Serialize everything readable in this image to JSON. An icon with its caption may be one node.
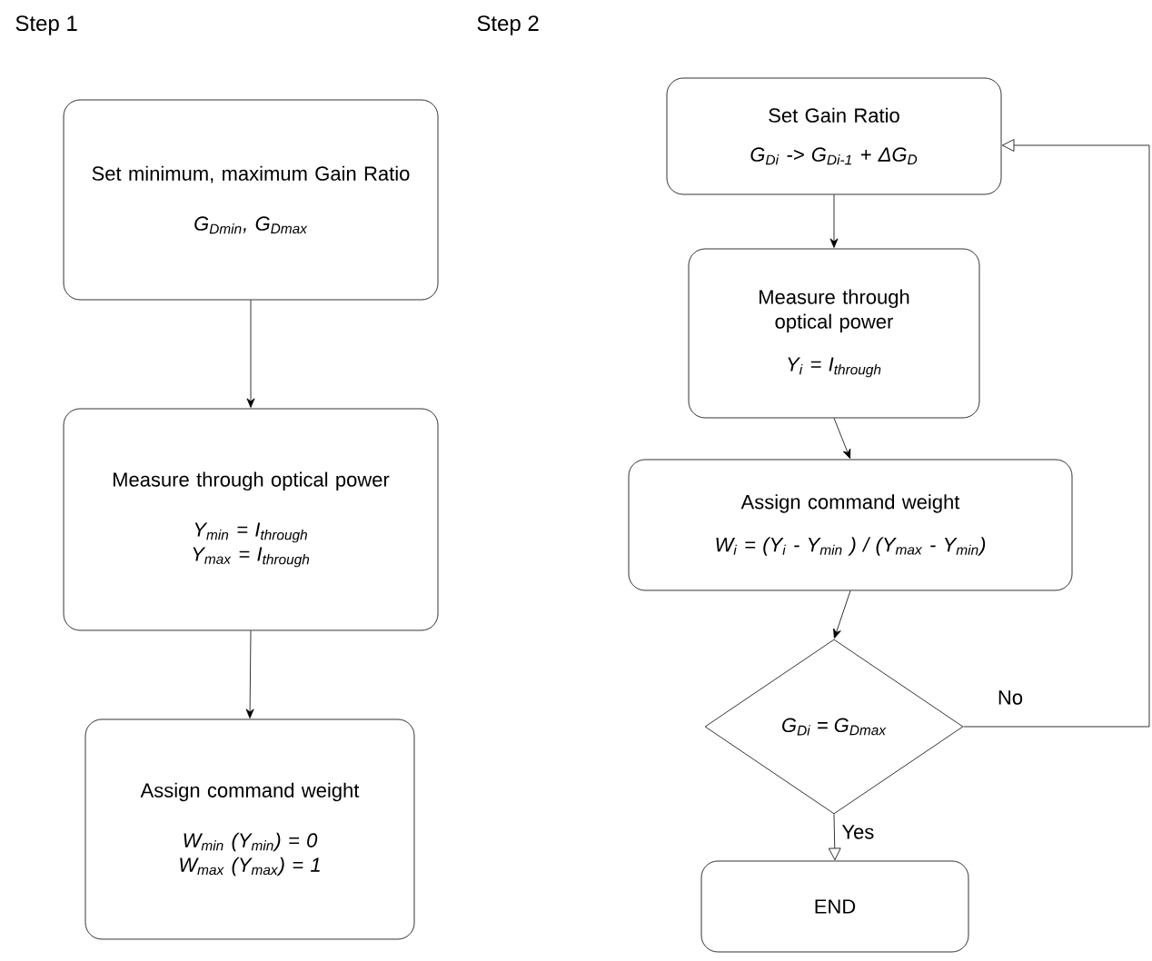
{
  "diagram": {
    "nodes": [
      {
        "text": [
          "Set minimum, maximum Gain Ratio",
          "G$_{Dmin}$, G$_{Dmax}$"
        ]
      },
      {
        "text": [
          "Measure through optical power",
          "Y$_{min}$ = I$_{through}$",
          "Y$_{max}$ = I$_{through}$"
        ]
      },
      {
        "text": [
          "Assign command weight",
          "W$_{min}$ (Y$_{min}$) = 0",
          "W$_{max}$ (Y$_{max}$) = 1"
        ]
      },
      {
        "text": [
          "Set Gain Ratio",
          "G$_{Di}$ -> G$_{Di-1}$ + ΔG$_{D}$"
        ]
      },
      {
        "text": [
          "Measure through optical power",
          "Y$_{i}$ = I$_{through}$"
        ]
      },
      {
        "text": [
          "Assign command weight",
          "W$_{i}$ = (Y$_{i}$ - Y$_{min}$ ) / (Y$_{max}$ - Y$_{min}$)"
        ]
      },
      {
        "text": [
          "G$_{Di}$ = G$_{Dmax}$"
        ]
      },
      {
        "text": [
          "END"
        ]
      }
    ],
    "edges": [
      {
        "from": 0,
        "to": 1,
        "arrow": "to"
      },
      {
        "from": 1,
        "to": 2,
        "arrow": "to"
      },
      {
        "from": 3,
        "to": 4,
        "arrow": "to"
      },
      {
        "from": 4,
        "to": 5,
        "arrow": "to"
      },
      {
        "from": 5,
        "to": 6,
        "arrow": "to"
      },
      {
        "from": 6,
        "to": 7,
        "arrow": "to",
        "label": "Yes"
      },
      {
        "from": 6,
        "to": 3,
        "arrow": "to",
        "label": "No"
      }
    ],
    "labels": [
      "Step 1",
      "Step 2"
    ]
  }
}
